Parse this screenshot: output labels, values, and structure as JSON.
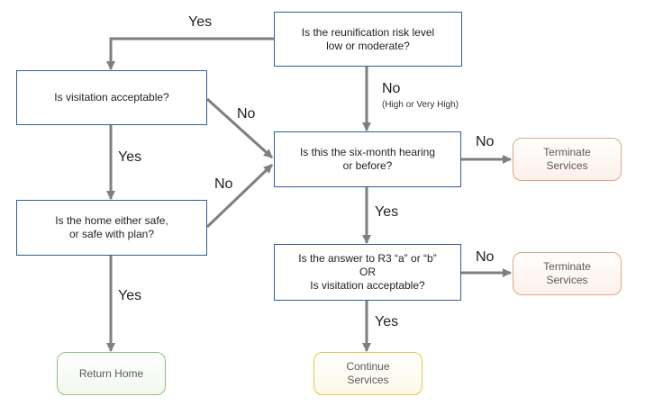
{
  "nodes": {
    "risk_level": "Is the reunification risk level\nlow or moderate?",
    "visitation": "Is visitation acceptable?",
    "six_month": "Is this the six-month hearing\nor before?",
    "home_safe": "Is the home either safe,\nor safe with plan?",
    "r3_answer": "Is the answer to R3 “a” or “b”\nOR\nIs visitation acceptable?",
    "terminate_1": "Terminate\nServices",
    "terminate_2": "Terminate\nServices",
    "return_home": "Return Home",
    "continue_services": "Continue\nServices"
  },
  "edges": {
    "risk_yes": "Yes",
    "risk_no": "No",
    "risk_no_note": "(High or Very High)",
    "visit_yes": "Yes",
    "visit_no": "No",
    "home_no": "No",
    "home_yes": "Yes",
    "six_no": "No",
    "six_yes": "Yes",
    "r3_no": "No",
    "r3_yes": "Yes"
  },
  "colors": {
    "decision_border": "#2f5f98",
    "terminate_border": "#e8a27f",
    "return_border": "#8fc07a",
    "continue_border": "#efc24a",
    "connector": "#7f7f7f"
  }
}
